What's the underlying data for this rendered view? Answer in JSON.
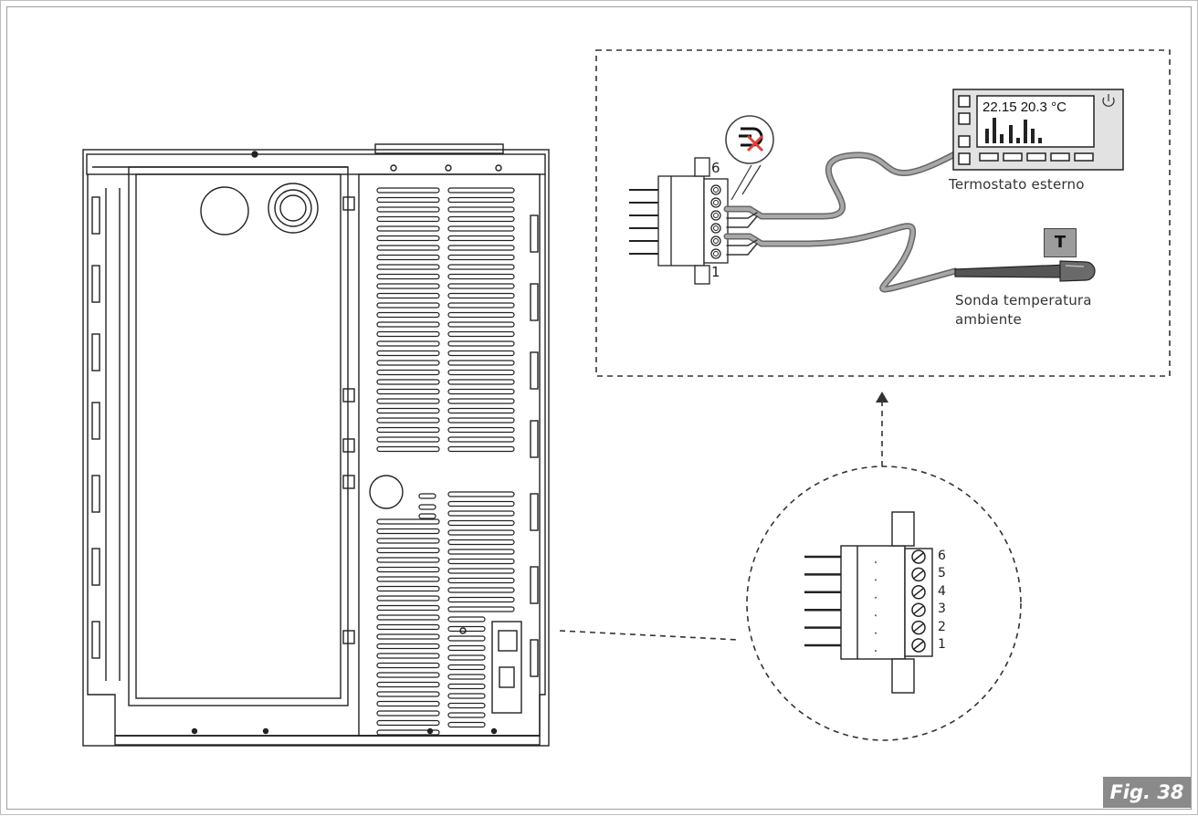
{
  "figure_label": "Fig. 38",
  "detail": {
    "top_pin": "6",
    "bottom_pin": "1",
    "terminal_pins": [
      "6",
      "5",
      "4",
      "3",
      "2",
      "1"
    ]
  },
  "thermostat": {
    "label": "Termostato esterno",
    "display_reading": "22.15 20.3 °C",
    "icon": "power-icon"
  },
  "probe": {
    "label_line1": "Sonda temperatura",
    "label_line2": "ambiente",
    "badge": "T"
  },
  "icons": {
    "no_bridge": "jumper-removed-icon",
    "terminal_screw": "screw-terminal-icon"
  },
  "colors": {
    "line": "#2a2a2a",
    "cable": "#8e8e8e",
    "cross": "#e0403a",
    "badge": "#8a8a8a"
  }
}
